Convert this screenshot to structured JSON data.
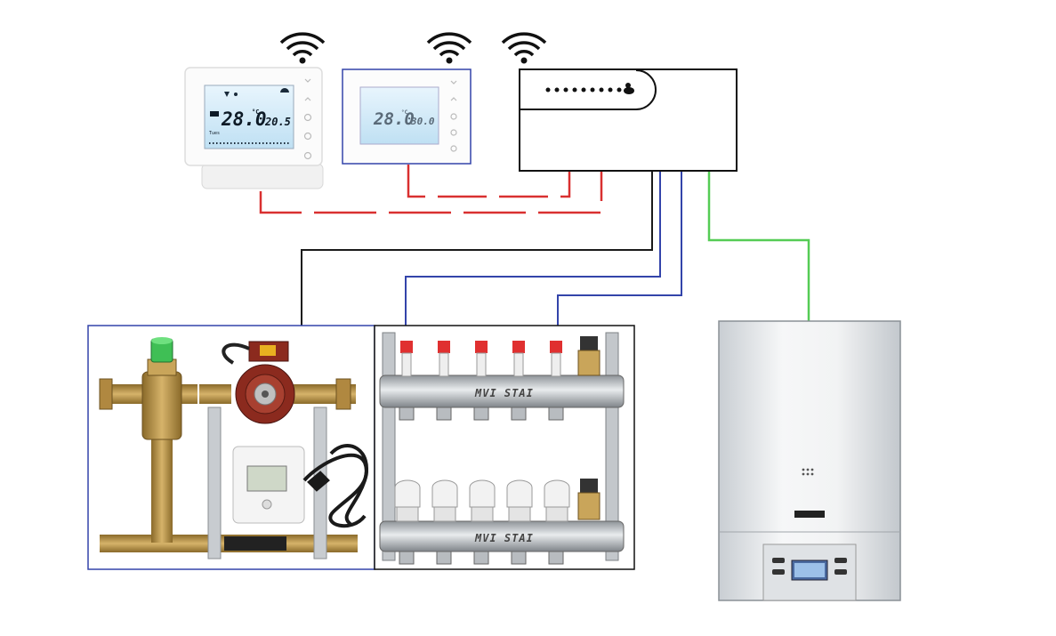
{
  "thermostat_1": {
    "temp_main": "28.0",
    "temp_unit": "°C",
    "temp_set": "20.5",
    "label_small": "Tues"
  },
  "thermostat_2": {
    "temp_main": "28.0",
    "temp_unit": "°C",
    "temp_set": "30.0"
  },
  "manifold": {
    "brand_top": "MVI STAI",
    "brand_bottom": "MVI STAI"
  },
  "colors": {
    "red_wire": "#d93030",
    "black_wire": "#1a1a1a",
    "blue_wire": "#3344aa",
    "green_wire": "#55cc55",
    "lcd_background": "#d8ecf8"
  },
  "icons": [
    "wifi-icon",
    "thermostat-icon",
    "controller-icon",
    "pump-icon",
    "manifold-icon",
    "boiler-icon"
  ]
}
